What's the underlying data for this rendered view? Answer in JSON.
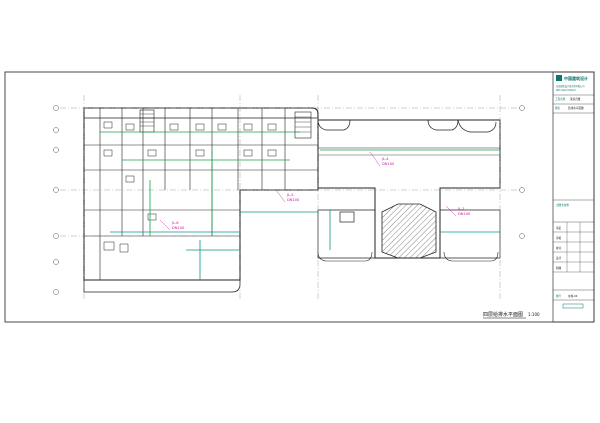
{
  "drawing": {
    "caption": "四层给排水平面图",
    "scale": "1:100"
  },
  "title_block": {
    "company_line1": "中国建筑设计",
    "company_line2": "某某建筑设计研究院有限公司",
    "company_line3": "建筑工程设计甲级证书",
    "project_label": "工程名称",
    "project_name": "某综合楼",
    "drawing_label": "图名",
    "drawing_name": "给排水平面图",
    "stamp_label": "出图专用章",
    "table_rows": [
      "审定",
      "审核",
      "校对",
      "设计",
      "制图"
    ],
    "footer_label": "图号",
    "footer_value": "水施-04"
  },
  "annotations": [
    {
      "text": "JL-4",
      "color": "#c0189a"
    },
    {
      "text": "DN100",
      "color": "#c0189a"
    },
    {
      "text": "JL-5",
      "color": "#c0189a"
    },
    {
      "text": "DN100",
      "color": "#c0189a"
    },
    {
      "text": "JL-6",
      "color": "#c0189a"
    },
    {
      "text": "DN100",
      "color": "#c0189a"
    },
    {
      "text": "JL-7",
      "color": "#c0189a"
    },
    {
      "text": "DN100",
      "color": "#c0189a"
    }
  ],
  "colors": {
    "wall": "#222222",
    "grid": "#7a7a7a",
    "water_supply": "#16a34a",
    "drain": "#0d9488",
    "note": "#c0189a",
    "frame": "#4a4a4a"
  }
}
